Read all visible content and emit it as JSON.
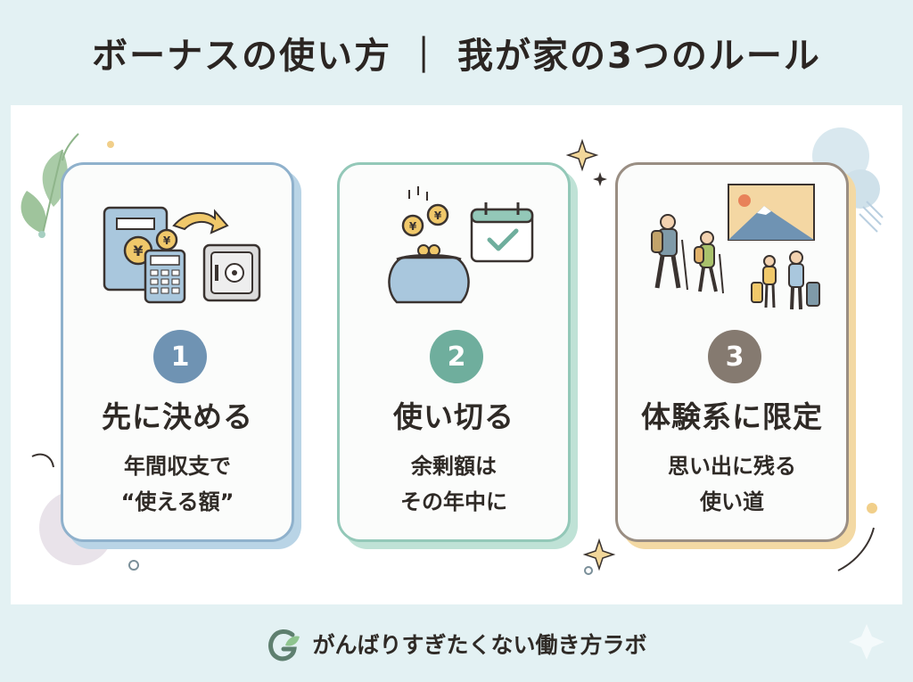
{
  "header": {
    "title": "ボーナスの使い方 ｜ 我が家の3つのルール"
  },
  "cards": [
    {
      "number": "1",
      "title": "先に決める",
      "desc_line1": "年間収支で",
      "desc_line2": "“使える額”",
      "accent": "#6f93b3",
      "border": "#8fb1cc",
      "shadow": "#b9d4e6",
      "illustration": "ledger-coins-calculator-safe"
    },
    {
      "number": "2",
      "title": "使い切る",
      "desc_line1": "余剰額は",
      "desc_line2": "その年中に",
      "accent": "#6fae9d",
      "border": "#93c8b8",
      "shadow": "#bfe2d6",
      "illustration": "coin-purse-calendar-check"
    },
    {
      "number": "3",
      "title": "体験系に限定",
      "desc_line1": "思い出に残る",
      "desc_line2": "使い道",
      "accent": "#857a70",
      "border": "#9a8e83",
      "shadow": "#f3d9a4",
      "illustration": "hiking-family-travel-mountain"
    }
  ],
  "footer": {
    "logo_icon": "leaf-g-logo",
    "brand": "がんばりすぎたくない働き方ラボ"
  },
  "colors": {
    "background": "#e3f1f3",
    "panel": "#ffffff",
    "text": "#2f2a26"
  }
}
